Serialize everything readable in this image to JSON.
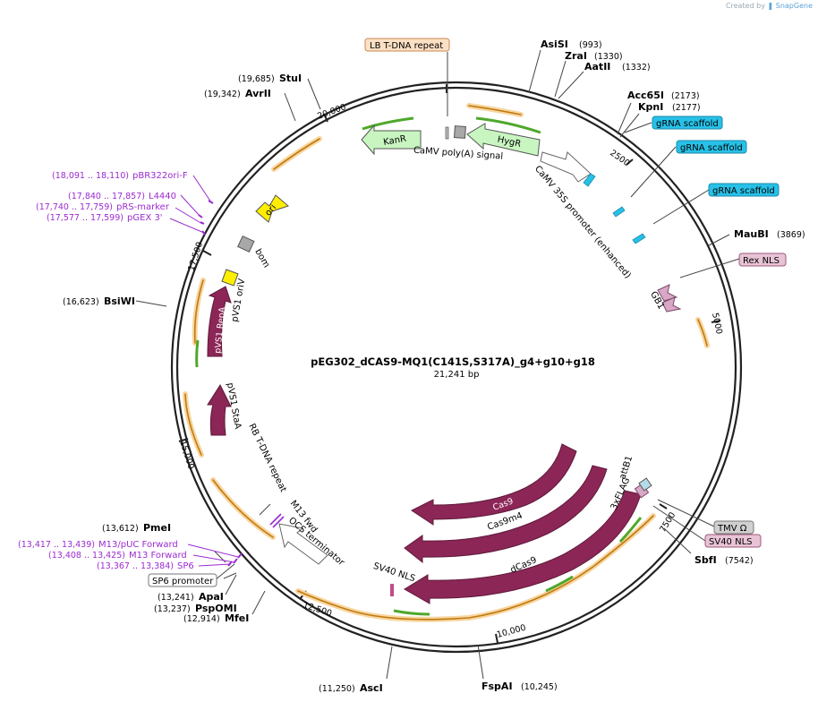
{
  "credit": {
    "prefix": "Created by",
    "brand": "SnapGene"
  },
  "plasmid": {
    "name": "pEG302_dCAS9-MQ1(C141S,S317A)_g4+g10+g18",
    "size": "21,241 bp"
  },
  "ticks": [
    "20,000",
    "2500",
    "5000",
    "7500",
    "10,000",
    "12,500",
    "15,000",
    "17,500"
  ],
  "sites_right": [
    {
      "name": "AsiSI",
      "pos": "(993)"
    },
    {
      "name": "ZraI",
      "pos": "(1330)"
    },
    {
      "name": "AatII",
      "pos": "(1332)"
    },
    {
      "name": "Acc65I",
      "pos": "(2173)"
    },
    {
      "name": "KpnI",
      "pos": "(2177)"
    },
    {
      "name": "MauBI",
      "pos": "(3869)"
    },
    {
      "name": "SbfI",
      "pos": "(7542)"
    },
    {
      "name": "FspAI",
      "pos": "(10,245)"
    }
  ],
  "sites_left": [
    {
      "name": "StuI",
      "pos": "(19,685)"
    },
    {
      "name": "AvrII",
      "pos": "(19,342)"
    },
    {
      "name": "BsiWI",
      "pos": "(16,623)"
    },
    {
      "name": "PmeI",
      "pos": "(13,612)"
    },
    {
      "name": "ApaI",
      "pos": "(13,241)"
    },
    {
      "name": "PspOMI",
      "pos": "(13,237)"
    },
    {
      "name": "MfeI",
      "pos": "(12,914)"
    },
    {
      "name": "AscI",
      "pos": "(11,250)"
    }
  ],
  "primers": [
    {
      "range": "(18,091 .. 18,110)",
      "name": "pBR322ori-F"
    },
    {
      "range": "(17,840 .. 17,857)",
      "name": "L4440"
    },
    {
      "range": "(17,740 .. 17,759)",
      "name": "pRS-marker"
    },
    {
      "range": "(17,577 .. 17,599)",
      "name": "pGEX 3'"
    },
    {
      "range": "(13,417 .. 13,439)",
      "name": "M13/pUC Forward"
    },
    {
      "range": "(13,408 .. 13,425)",
      "name": "M13 Forward"
    },
    {
      "range": "(13,367 .. 13,384)",
      "name": "SP6"
    }
  ],
  "boxed_labels": {
    "lb": "LB T-DNA repeat",
    "grna1": "gRNA scaffold",
    "grna2": "gRNA scaffold",
    "grna3": "gRNA scaffold",
    "rex": "Rex NLS",
    "tmv": "TMV Ω",
    "sv40box": "SV40 NLS",
    "sp6prom": "SP6 promoter"
  },
  "features": {
    "kanr": "KanR",
    "hygr": "HygR",
    "polya": "CaMV poly(A) signal",
    "camv35s": "CaMV 35S promoter (enhanced)",
    "ori": "ori",
    "bom": "bom",
    "oriv": "pVS1 oriV",
    "repa": "pVS1 RepA",
    "staa": "pVS1 StaA",
    "rb": "RB T-DNA repeat",
    "m13fwd": "M13 fwd",
    "ocs": "OCS terminator",
    "gb1": "GB1",
    "attb1": "attB1",
    "flag": "3xFLAG",
    "cas9": "Cas9",
    "cas9m4": "Cas9m4",
    "dcas9": "dCas9",
    "sv40": "SV40 NLS"
  },
  "colors": {
    "backbone": "#222222",
    "orf": "#f5a623",
    "orf_fill": "#f8d6a0",
    "green": "#4fa82b",
    "purple": "#9b2c5d",
    "cyan": "#27c1e8",
    "primer": "#9b2bd1",
    "yellow": "#ffee00"
  }
}
